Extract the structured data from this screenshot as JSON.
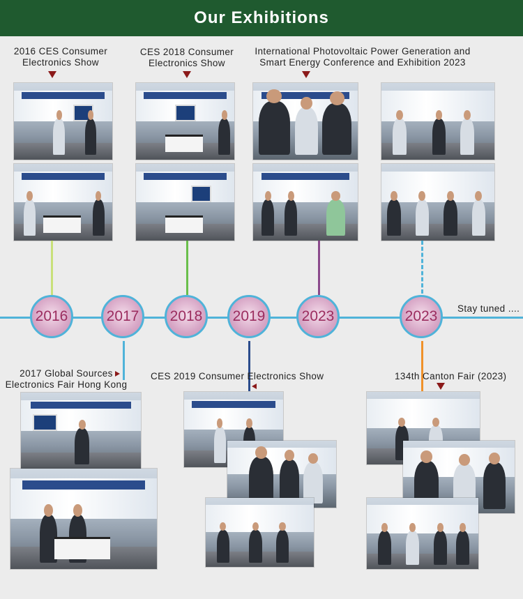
{
  "header": {
    "title": "Our Exhibitions"
  },
  "timeline": {
    "years": [
      "2016",
      "2017",
      "2018",
      "2019",
      "2023",
      "2023"
    ],
    "stay_tuned": "Stay tuned ....",
    "line_color": "#4fb3d9",
    "connector_colors": [
      "#c8e07a",
      "#4fb3d9",
      "#6abf4b",
      "#2b4c8c",
      "#8b4a8c",
      "#4fb3d9",
      "#f0912a"
    ]
  },
  "exhibitions": {
    "ces2016": {
      "line1": "2016 CES Consumer",
      "line2": "Electronics Show"
    },
    "ces2018": {
      "line1": "CES 2018 Consumer",
      "line2": "Electronics Show"
    },
    "pv2023": {
      "line1": "International Photovoltaic Power Generation and",
      "line2": "Smart Energy Conference and Exhibition 2023"
    },
    "global2017": {
      "line1": "2017 Global Sources",
      "line2": "Electronics Fair Hong Kong"
    },
    "ces2019": {
      "line1": "CES 2019 Consumer Electronics Show"
    },
    "canton2023": {
      "line1": "134th Canton Fair (2023)"
    }
  },
  "colors": {
    "banner": "#1f5a2f",
    "accent_arrow": "#8b1a1a",
    "circle_text": "#9b2d5f"
  }
}
